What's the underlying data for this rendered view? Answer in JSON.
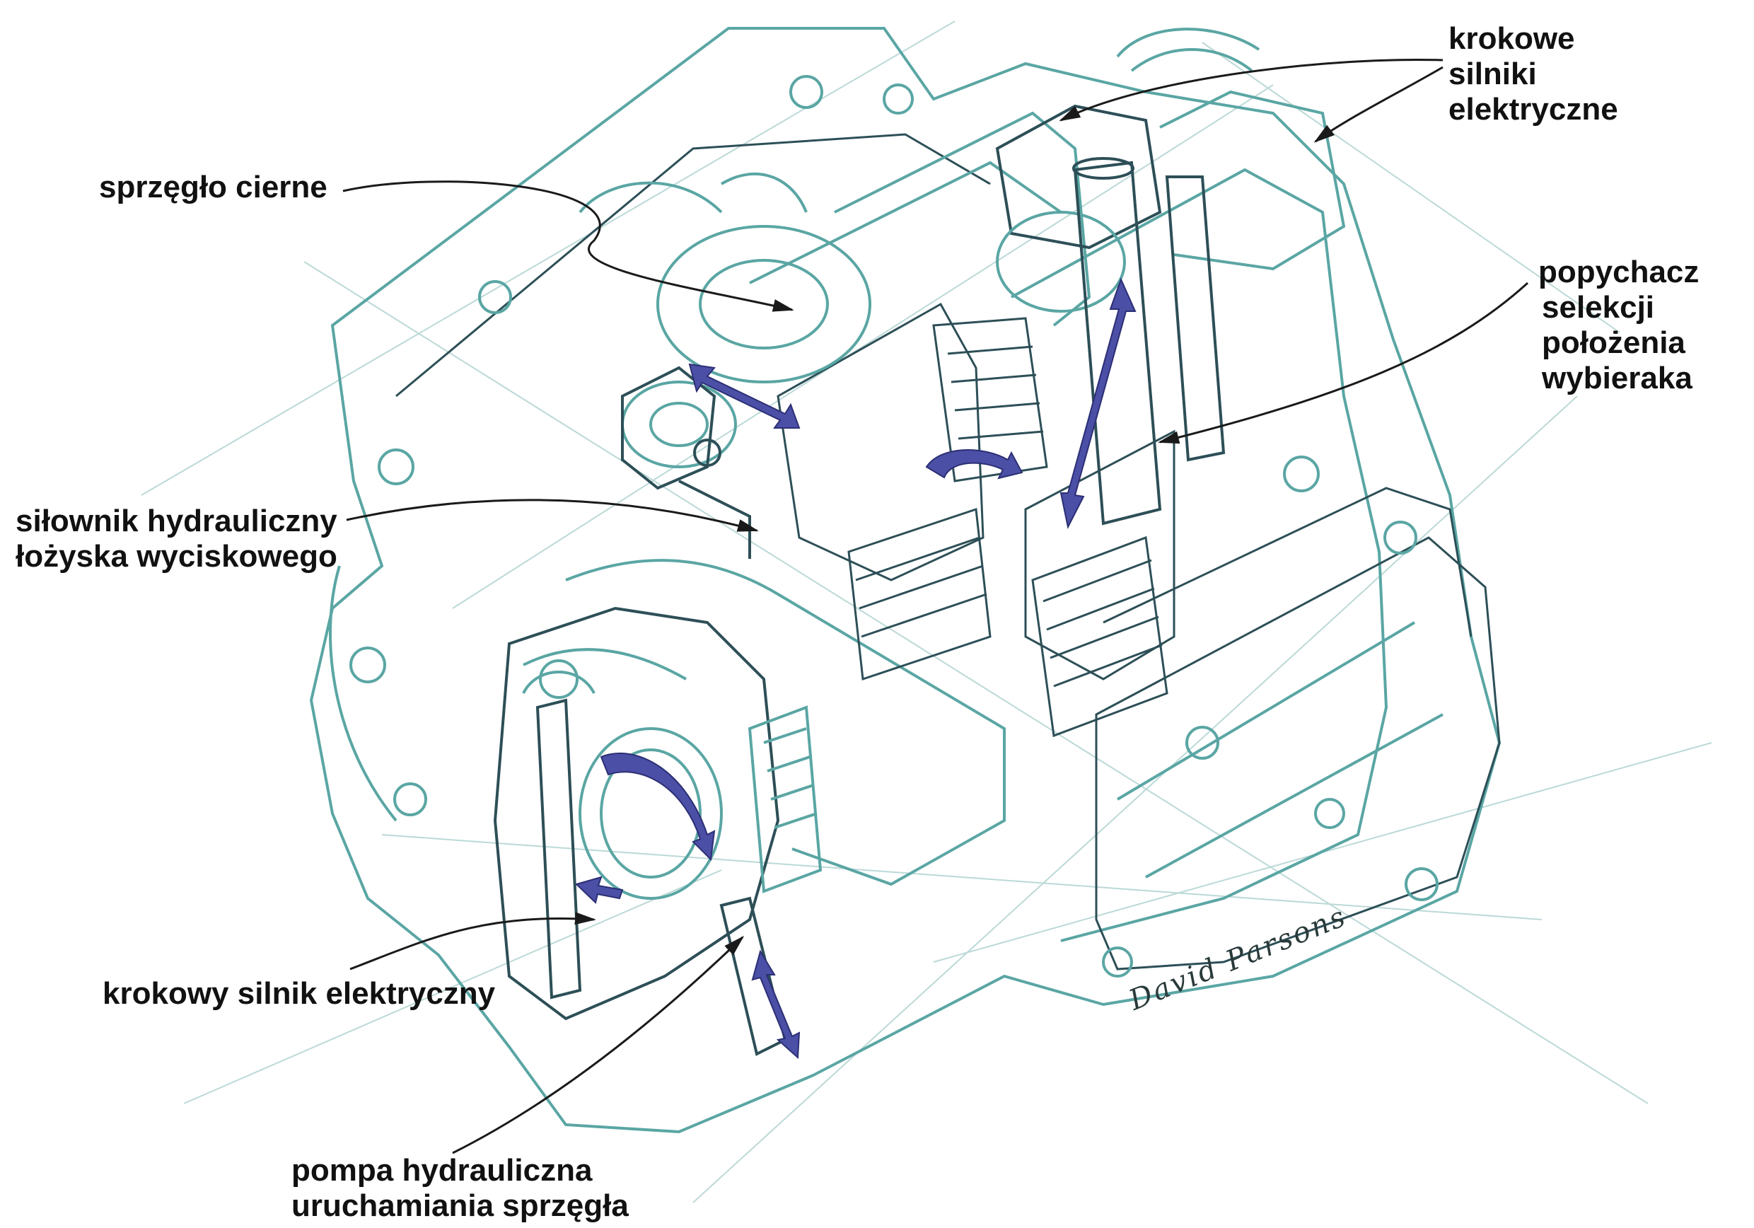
{
  "labels": {
    "stepper_motors": [
      "krokowe",
      "silniki",
      "elektryczne"
    ],
    "friction_clutch": [
      "sprzęgło cierne"
    ],
    "selector_pusher": [
      "popychacz",
      "selekcji",
      "położenia",
      "wybieraka"
    ],
    "release_bearing_actuator": [
      "siłownik hydrauliczny",
      "łożyska wyciskowego"
    ],
    "stepper_motor": [
      "krokowy silnik elektryczny"
    ],
    "hydraulic_pump": [
      "pompa hydrauliczna",
      "uruchamiania sprzęgła"
    ]
  },
  "signature": "David Parsons",
  "colors": {
    "sketch_line": "#5aa6a4",
    "sketch_dark": "#2d4f57",
    "arrow_fill": "#4b4fa6",
    "leader_line": "#1a1a1a",
    "label_text": "#111111"
  }
}
